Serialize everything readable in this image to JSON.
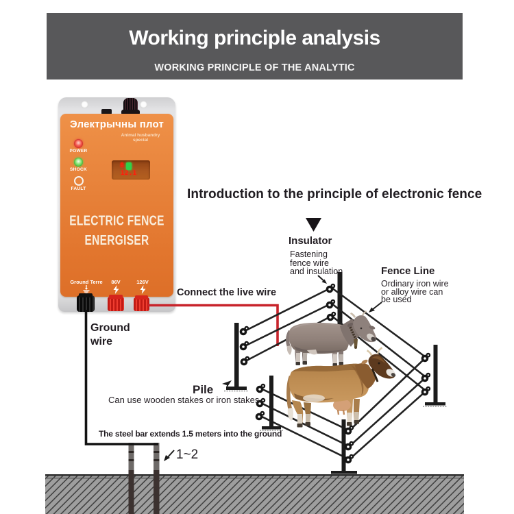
{
  "banner": {
    "title": "Working principle analysis",
    "subtitle": "WORKING PRINCIPLE OF THE ANALYTIC",
    "bg_color": "#58585a"
  },
  "device": {
    "brand": "Электрычны плот",
    "tagline_line1": "Animal husbandry",
    "tagline_line2": "special",
    "leds": [
      {
        "label": "POWER",
        "color": "#e8463c"
      },
      {
        "label": "SHOCK",
        "color": "#52cf44"
      },
      {
        "label": "FAULT",
        "color": "none"
      }
    ],
    "display": {
      "top_digit": "8",
      "reading": "12.1"
    },
    "name_line1": "ELECTRIC FENCE",
    "name_line2": "ENERGISER",
    "terminal_labels": [
      "Ground Terre",
      "86V",
      "126V"
    ],
    "panel_color": "#e8843c"
  },
  "diagram": {
    "heading": "Introduction to the principle of electronic fence",
    "insulator_title": "Insulator",
    "insulator_desc": [
      "Fastening",
      "fence wire",
      "and insulation"
    ],
    "fence_line_title": "Fence Line",
    "fence_line_desc": [
      "Ordinary iron wire",
      "or alloy wire can",
      "be used"
    ],
    "connect_label": "Connect the live wire",
    "ground_wire_label": [
      "Ground",
      "wire"
    ],
    "pile_title": "Pile",
    "pile_desc": "Can use wooden stakes or iron stakes",
    "steel_bar_label": "The steel bar extends 1.5 meters into the ground",
    "depth_label": "1~2",
    "live_wire_color": "#c8242b",
    "fence_wire_color": "#222222",
    "ground_band_color": "#9e9e9e"
  }
}
